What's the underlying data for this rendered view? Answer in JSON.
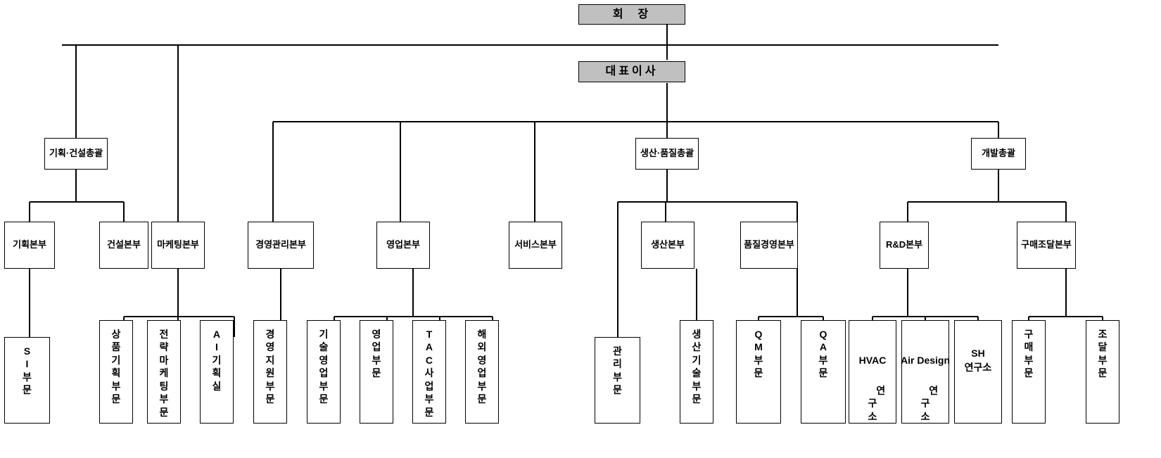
{
  "chart_meta": {
    "type": "org-chart",
    "title": "조직도",
    "orientation": "top-down",
    "box_fill_executive": "#c0c0c0",
    "box_fill_default": "#ffffff",
    "line_color": "#000000",
    "text_color": "#000000"
  },
  "nodes": {
    "chairman": {
      "label": "회  장"
    },
    "ceo": {
      "label": "대표이사"
    },
    "div_plan_const": {
      "label": "기획·건설총괄"
    },
    "div_prod_qual": {
      "label": "생산·품질총괄"
    },
    "div_dev": {
      "label": "개발총괄"
    },
    "hq_plan": {
      "label": "기획본부"
    },
    "hq_const": {
      "label": "건설본부"
    },
    "hq_marketing": {
      "label": "마케팅본부"
    },
    "hq_mgmt": {
      "label": "경영관리본부"
    },
    "hq_sales": {
      "label": "영업본부"
    },
    "hq_service": {
      "label": "서비스본부"
    },
    "hq_production": {
      "label": "생산본부"
    },
    "hq_quality": {
      "label": "품질경영본부"
    },
    "hq_rnd": {
      "label": "R&D본부"
    },
    "hq_procure": {
      "label": "구매조달본부"
    },
    "leaf_si": {
      "label": "S\nI\n부\n문"
    },
    "leaf_product_plan": {
      "label": "상\n품\n기\n획\n부\n문"
    },
    "leaf_strategic_mkt": {
      "label": "전\n략\n마\n케\n팅\n부\n문"
    },
    "leaf_ai_plan": {
      "label": "A\nI\n기\n획\n실"
    },
    "leaf_mgmt_support": {
      "label": "경\n영\n지\n원\n부\n문"
    },
    "leaf_tech_sales": {
      "label": "기\n술\n영\n업\n부\n문"
    },
    "leaf_sales": {
      "label": "영\n업\n부\n문"
    },
    "leaf_tac": {
      "label": "T\nA\nC\n사\n업\n부\n문"
    },
    "leaf_overseas": {
      "label": "해\n외\n영\n업\n부\n문"
    },
    "leaf_admin": {
      "label": "관\n리\n부\n문"
    },
    "leaf_prod_tech": {
      "label": "생\n산\n기\n술\n부\n문"
    },
    "leaf_qm": {
      "label": "Q\nM\n부\n문"
    },
    "leaf_qa": {
      "label": "Q\nA\n부\n문"
    },
    "leaf_hvac": {
      "top": "HVAC",
      "label": "연\n구\n소"
    },
    "leaf_airdesign": {
      "top": "Air Design",
      "label": "연\n구\n소"
    },
    "leaf_sh": {
      "label": "SH\n연구소"
    },
    "leaf_purchase": {
      "label": "구\n매\n부\n문"
    },
    "leaf_procure": {
      "label": "조\n달\n부\n문"
    }
  },
  "hierarchy": {
    "회  장": {
      "대표이사": {
        "기획·건설총괄": {
          "기획본부": [
            "SI부문"
          ],
          "건설본부": []
        },
        "마케팅본부": [
          "상품기획부문",
          "전략마케팅부문",
          "AI기획실"
        ],
        "경영관리본부": [
          "경영지원부문"
        ],
        "영업본부": [
          "기술영업부문",
          "영업부문",
          "TAC사업부문",
          "해외영업부문"
        ],
        "서비스본부": [],
        "생산·품질총괄": {
          "관리부문": [],
          "생산본부": [
            "생산기술부문"
          ],
          "품질경영본부": [
            "QM부문",
            "QA부문"
          ]
        },
        "개발총괄": {
          "R&D본부": [
            "HVAC연구소",
            "Air Design연구소",
            "SH연구소"
          ],
          "구매조달본부": [
            "구매부문",
            "조달부문"
          ]
        }
      }
    }
  }
}
